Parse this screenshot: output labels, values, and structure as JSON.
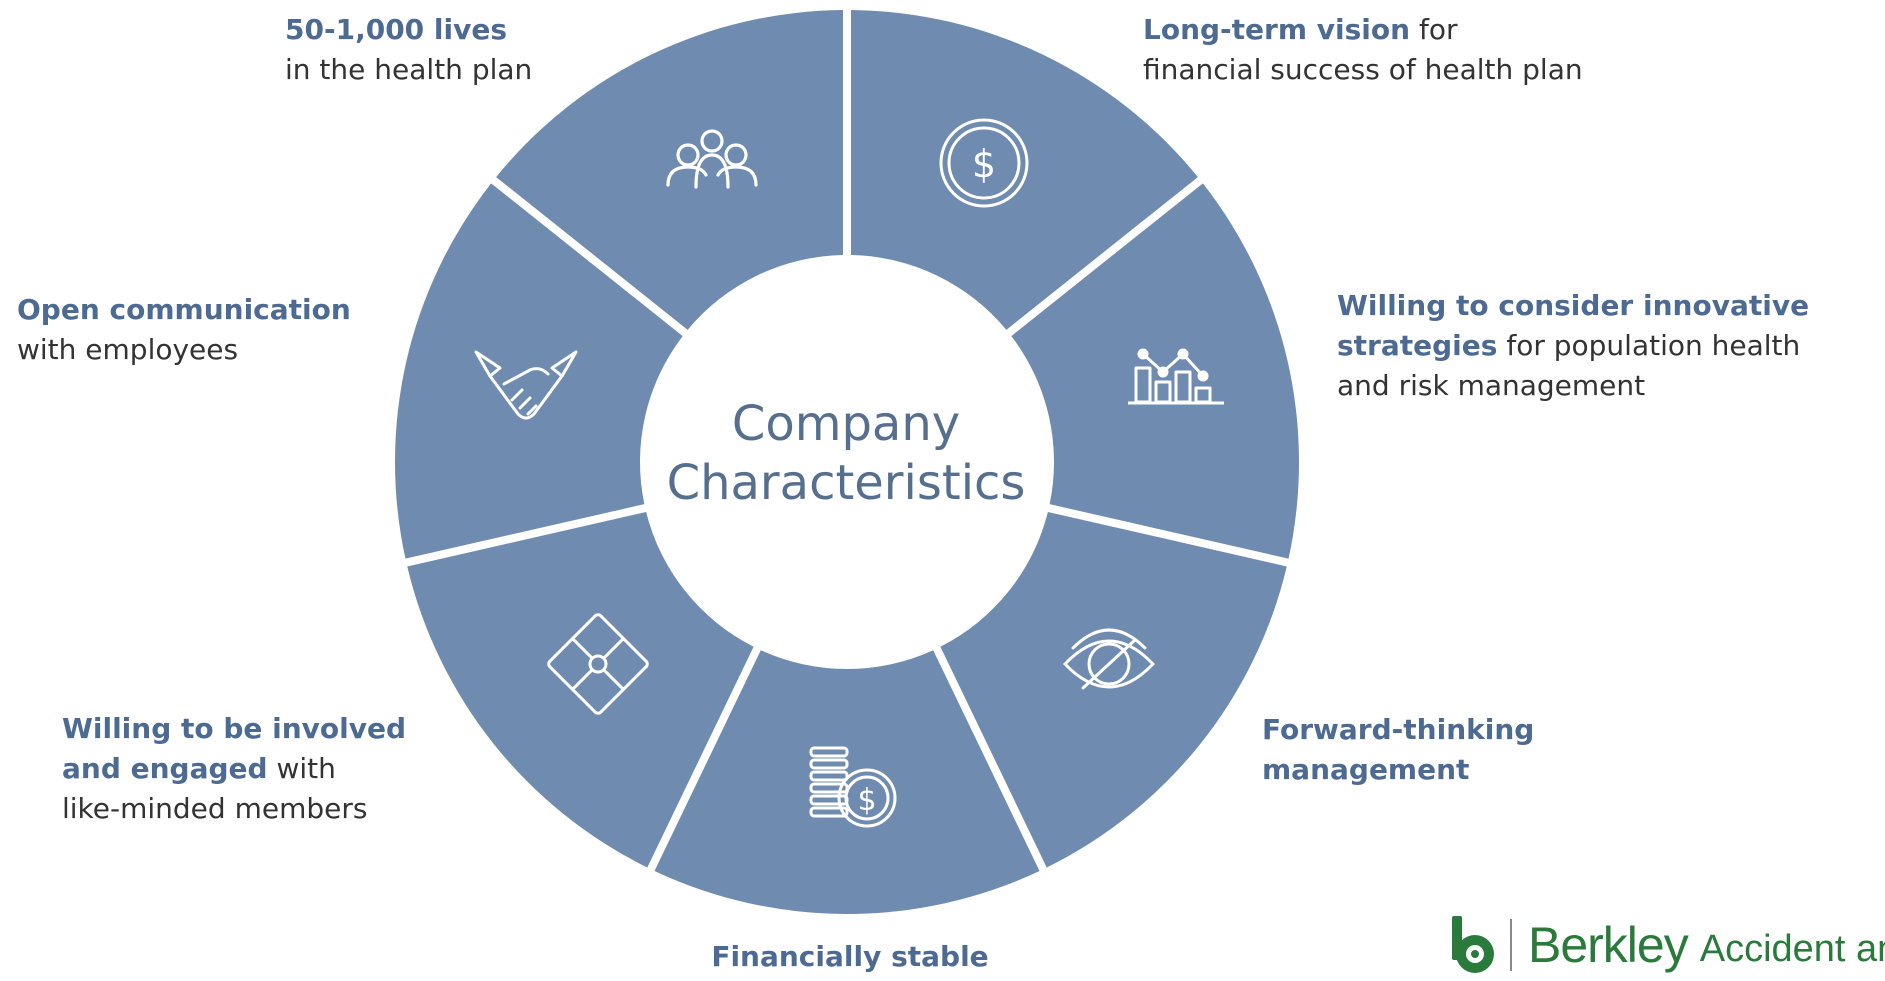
{
  "center": {
    "line1": "Company",
    "line2": "Characteristics"
  },
  "segments": [
    {
      "icon": "people-icon",
      "bold": "50-1,000 lives",
      "lines": [
        "in the health plan"
      ]
    },
    {
      "icon": "dollar-coin-icon",
      "bold": "Long-term vision",
      "after_bold": " for",
      "lines": [
        "financial success of health plan"
      ]
    },
    {
      "icon": "bar-chart-icon",
      "bold_lines": [
        "Willing to consider innovative",
        "strategies"
      ],
      "after_bold": " for population health",
      "lines": [
        "and risk management"
      ]
    },
    {
      "icon": "eye-icon",
      "bold_lines": [
        "Forward-thinking",
        "management"
      ]
    },
    {
      "icon": "coin-stack-icon",
      "bold": "Financially stable"
    },
    {
      "icon": "puzzle-icon",
      "bold_lines": [
        "Willing to be involved",
        "and engaged"
      ],
      "after_bold": " with",
      "lines": [
        "like-minded members"
      ]
    },
    {
      "icon": "handshake-icon",
      "bold": "Open communication",
      "lines": [
        "with employees"
      ]
    }
  ],
  "logo": {
    "brand": "Berkley",
    "tagline": "Accident an"
  },
  "colors": {
    "segment": "#6f8cb0",
    "label_bold": "#4d6a92",
    "center_text": "#566f8f",
    "logo": "#2a7a3c"
  }
}
